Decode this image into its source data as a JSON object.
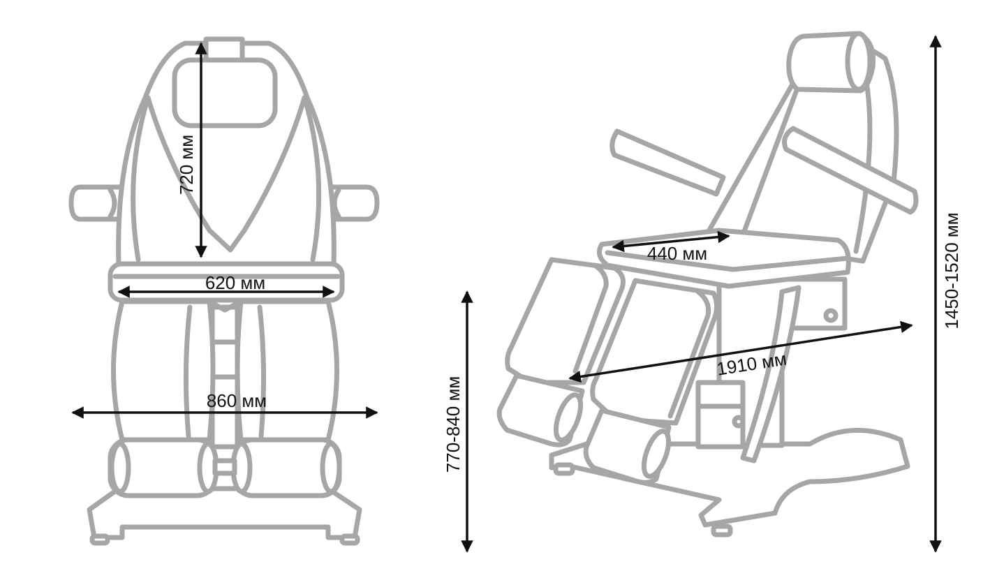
{
  "colors": {
    "outline": "#a6a6a6",
    "dimension": "#111111",
    "background": "#ffffff"
  },
  "front_view": {
    "backrest_height_label": "720 мм",
    "seat_width_label": "620 мм",
    "overall_width_label": "860 мм"
  },
  "side_view": {
    "seat_depth_label": "440 мм",
    "overall_length_label": "1910 мм",
    "seat_height_label": "770-840 мм",
    "overall_height_label": "1450-1520 мм"
  }
}
